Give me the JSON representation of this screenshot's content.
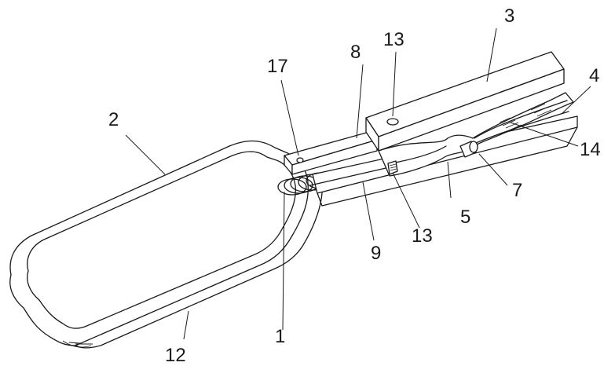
{
  "figure": {
    "labels": {
      "part_1": "1",
      "part_2": "2",
      "part_3": "3",
      "part_4": "4",
      "part_5": "5",
      "part_7": "7",
      "part_8": "8",
      "part_9": "9",
      "part_12": "12",
      "part_13_top": "13",
      "part_13_bottom": "13",
      "part_14": "14",
      "part_17": "17"
    }
  }
}
